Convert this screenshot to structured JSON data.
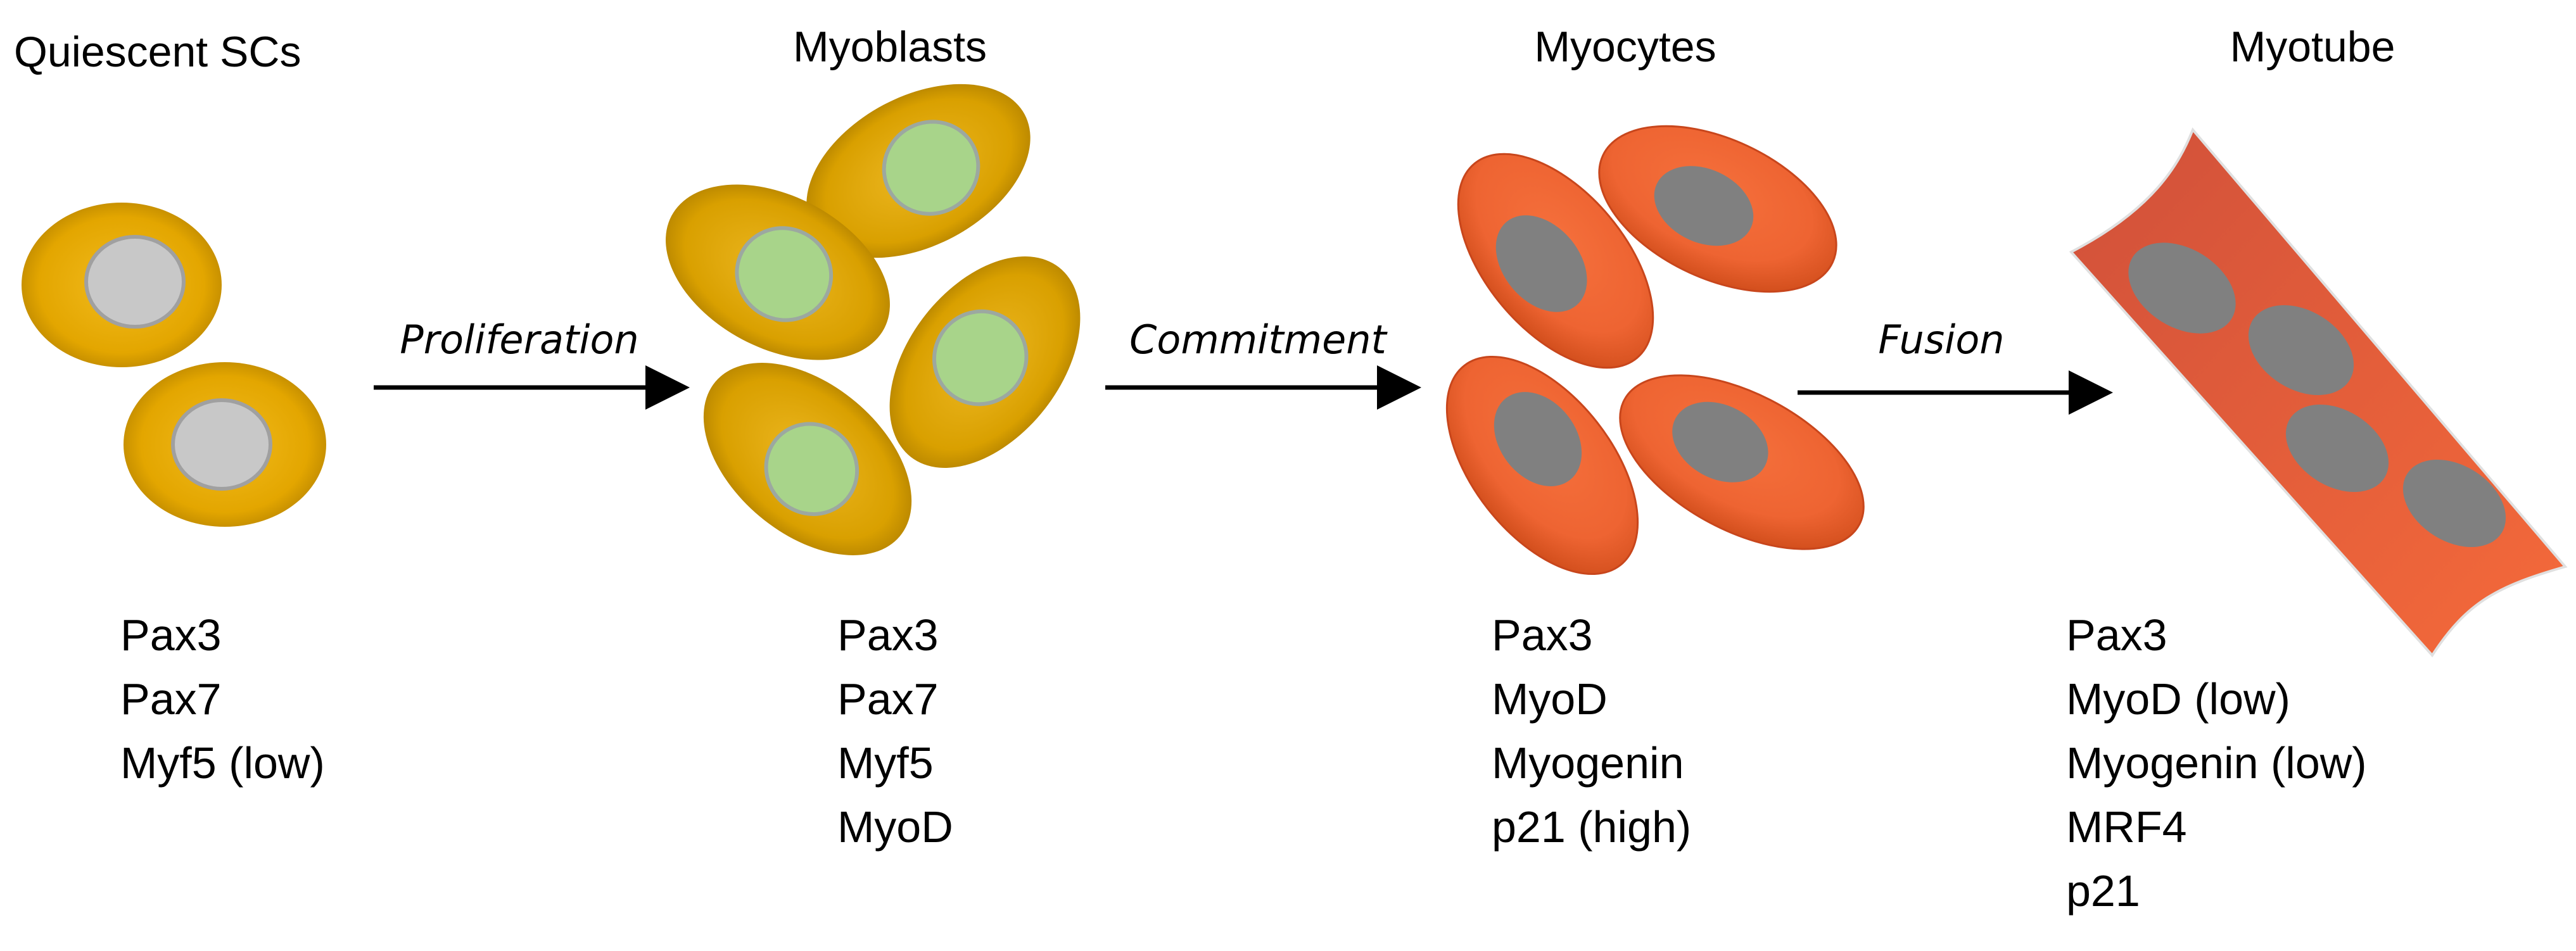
{
  "stages": [
    {
      "title": "Quiescent SCs",
      "markers": [
        "Pax3",
        "Pax7",
        "Myf5 (low)"
      ]
    },
    {
      "title": "Myoblasts",
      "markers": [
        "Pax3",
        "Pax7",
        "Myf5",
        "MyoD"
      ]
    },
    {
      "title": "Myocytes",
      "markers": [
        "Pax3",
        "MyoD",
        "Myogenin",
        "p21 (high)"
      ]
    },
    {
      "title": "Myotube",
      "markers": [
        "Pax3",
        "MyoD (low)",
        "Myogenin (low)",
        "MRF4",
        "p21"
      ]
    }
  ],
  "transitions": [
    {
      "label": "Proliferation"
    },
    {
      "label": "Commitment"
    },
    {
      "label": "Fusion"
    }
  ],
  "colors": {
    "quiescent_cell": "#E3A600",
    "quiescent_nucleus": "#C8C8C8",
    "myoblast_cell": "#DDA300",
    "myoblast_nucleus": "#A8D48A",
    "myocyte_cell": "#F26A3A",
    "myocyte_nucleus": "#808080",
    "myotube_fill": "#E65E3A",
    "arrow": "#000000"
  }
}
